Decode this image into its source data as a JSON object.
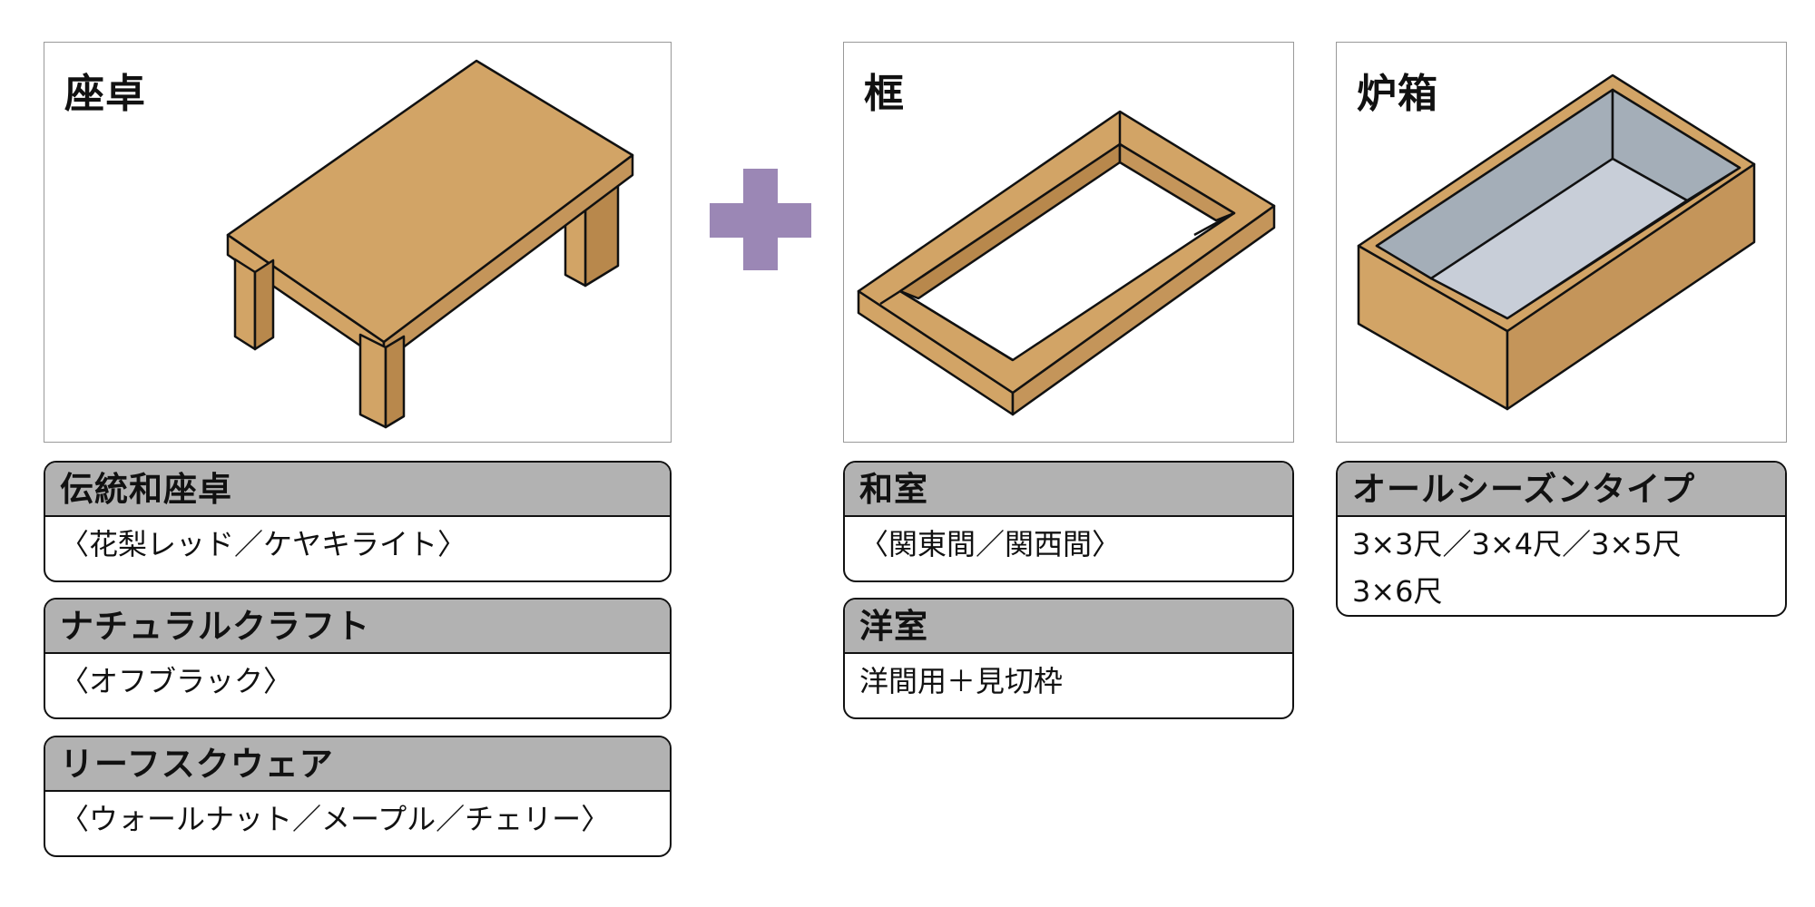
{
  "panels": {
    "zataku": {
      "title": "座卓"
    },
    "waku": {
      "title": "框"
    },
    "rohako": {
      "title": "炉箱"
    }
  },
  "colors": {
    "wood": "#d2a466",
    "wood_dark": "#b8884c",
    "wood_side": "#c4955a",
    "metal_dark": "#a4aeb8",
    "metal_light": "#c8ced8",
    "plus": "#9b87b5",
    "card_header": "#b2b2b2"
  },
  "cards": {
    "traditional": {
      "header": "伝統和座卓",
      "lines": [
        "〈花梨レッド／ケヤキライト〉"
      ]
    },
    "natural": {
      "header": "ナチュラルクラフト",
      "lines": [
        "〈オフブラック〉"
      ]
    },
    "leaf": {
      "header": "リーフスクウェア",
      "lines": [
        "〈ウォールナット／メープル／チェリー〉"
      ]
    },
    "washitsu": {
      "header": "和室",
      "lines": [
        "〈関東間／関西間〉"
      ]
    },
    "youshitsu": {
      "header": "洋室",
      "lines": [
        "洋間用＋見切枠"
      ]
    },
    "allseason": {
      "header": "オールシーズンタイプ",
      "lines": [
        "3×3尺／3×4尺／3×5尺",
        "3×6尺"
      ]
    }
  }
}
